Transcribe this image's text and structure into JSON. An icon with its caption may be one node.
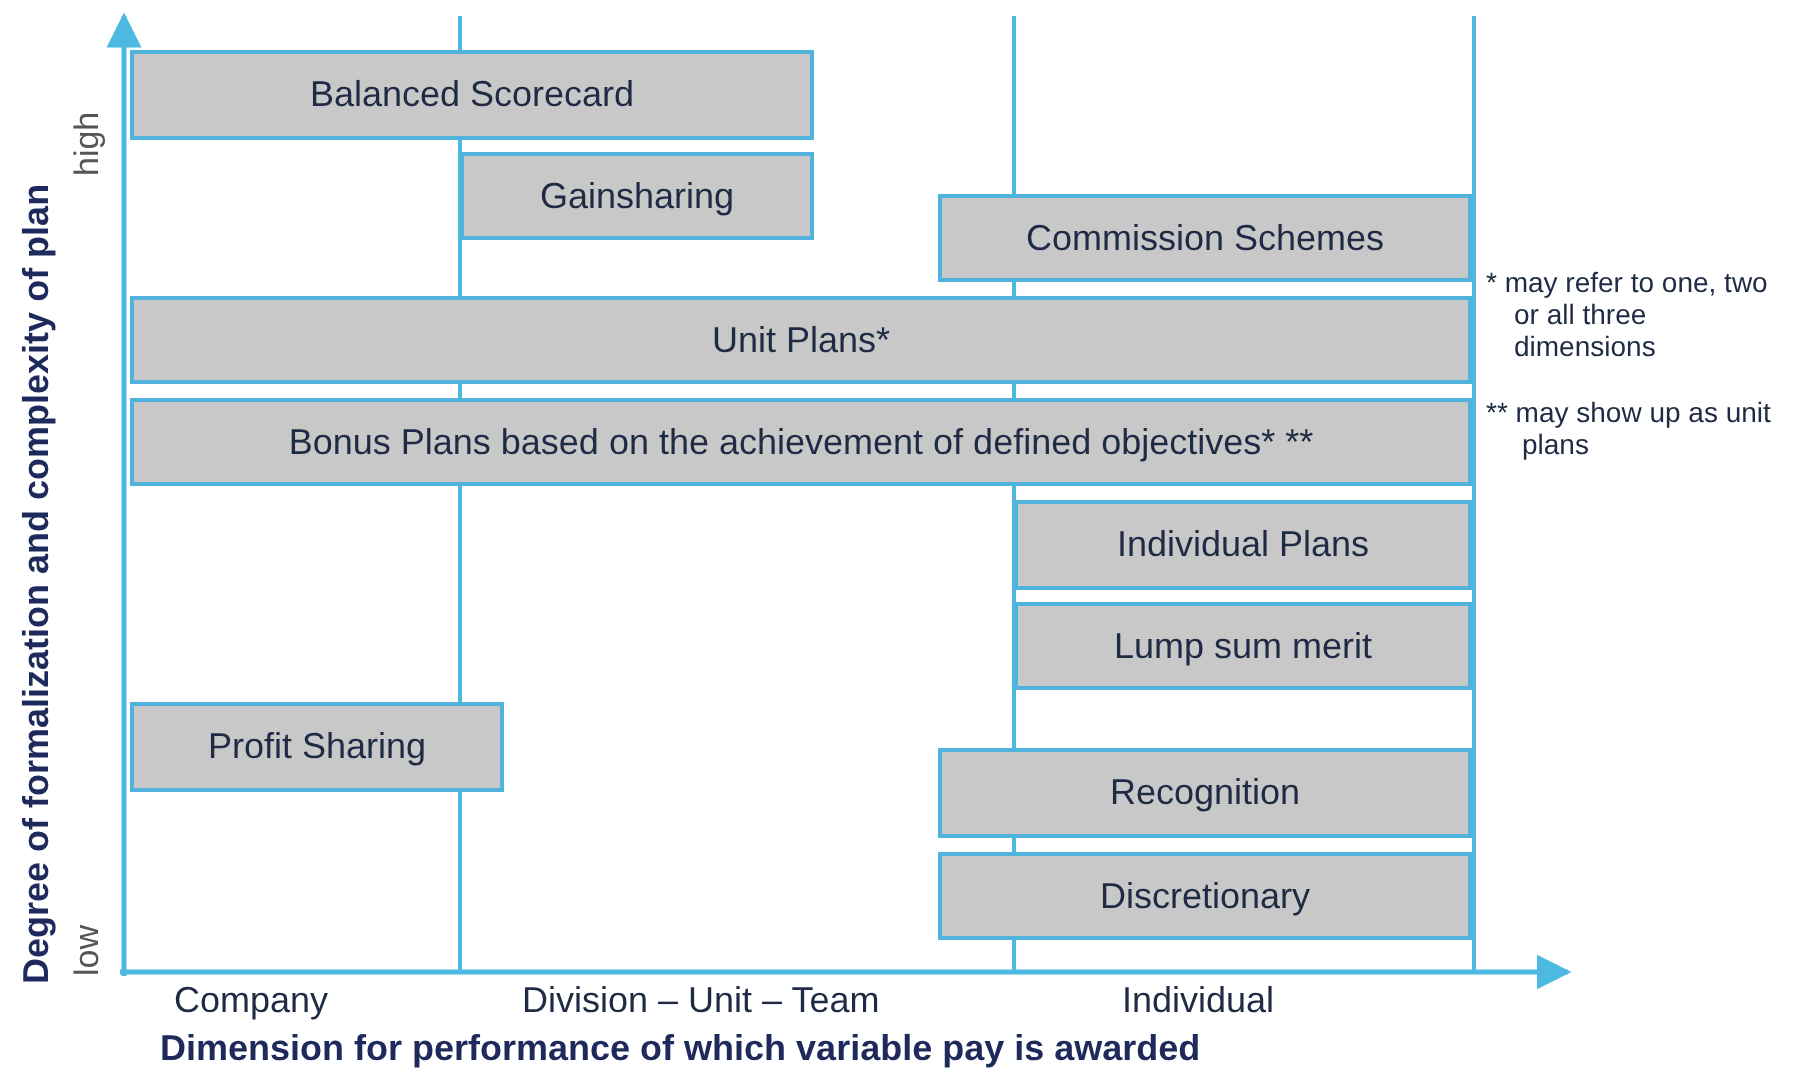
{
  "diagram": {
    "nodes": [
      {
        "text": [
          "Balanced Scorecard"
        ]
      },
      {
        "text": [
          "Gainsharing"
        ]
      },
      {
        "text": [
          "Commission Schemes"
        ]
      },
      {
        "text": [
          "Unit Plans*"
        ]
      },
      {
        "text": [
          "Bonus Plans based on the achievement of defined objectives* **"
        ]
      },
      {
        "text": [
          "Individual Plans"
        ]
      },
      {
        "text": [
          "Lump sum merit"
        ]
      },
      {
        "text": [
          "Profit Sharing"
        ]
      },
      {
        "text": [
          "Recognition"
        ]
      },
      {
        "text": [
          "Discretionary"
        ]
      }
    ],
    "labels": [
      "high",
      "* may refer to one, two or all three dimensions",
      "** may show up as unit plans",
      "low",
      "Degree of formalization and complexity of plan",
      "Company",
      "Division – Unit – Team",
      "Individual",
      "Dimension for performance of which variable pay is awarded"
    ]
  }
}
